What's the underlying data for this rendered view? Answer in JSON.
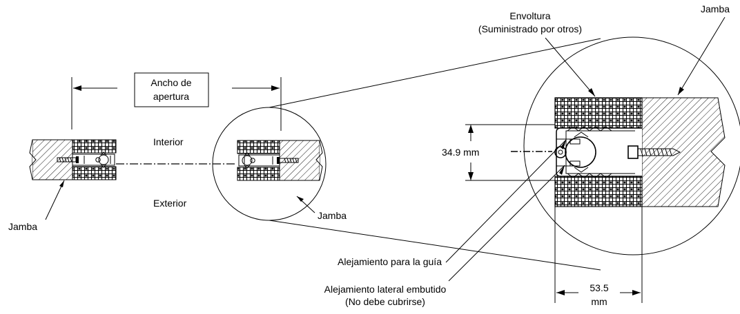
{
  "labels": {
    "opening_width_line1": "Ancho de",
    "opening_width_line2": "apertura",
    "interior": "Interior",
    "exterior": "Exterior",
    "jamb_left": "Jamba",
    "jamb_small_circle": "Jamba",
    "jamb_large_circle": "Jamba",
    "wrap_line1": "Envoltura",
    "wrap_line2": "(Suministrado por otros)",
    "guide_clearance": "Alejamiento para la guía",
    "side_clearance_line1": "Alejamiento lateral embutido",
    "side_clearance_line2": "(No debe cubrirse)",
    "dim_height": "34.9 mm",
    "dim_width_value": "53.5",
    "dim_width_unit": "mm"
  }
}
